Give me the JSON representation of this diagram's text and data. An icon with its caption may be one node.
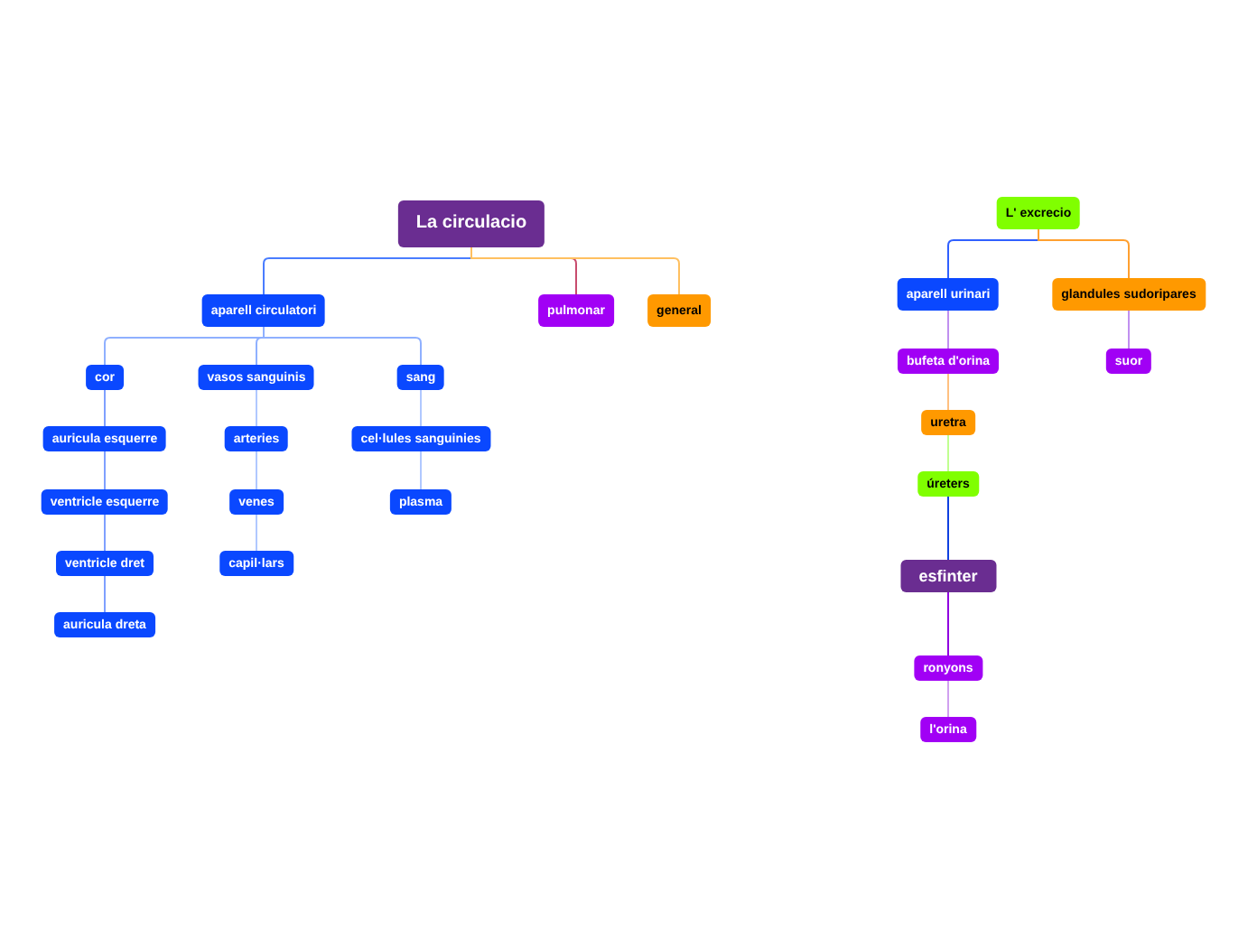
{
  "diagram": {
    "nodes": [
      {
        "text": [
          "La circulacio"
        ]
      },
      {
        "text": [
          "aparell circulatori"
        ]
      },
      {
        "text": [
          "pulmonar"
        ]
      },
      {
        "text": [
          "general"
        ]
      },
      {
        "text": [
          "cor"
        ]
      },
      {
        "text": [
          "vasos sanguinis"
        ]
      },
      {
        "text": [
          "sang"
        ]
      },
      {
        "text": [
          "auricula esquerre"
        ]
      },
      {
        "text": [
          "ventricle esquerre"
        ]
      },
      {
        "text": [
          "ventricle dret"
        ]
      },
      {
        "text": [
          "auricula dreta"
        ]
      },
      {
        "text": [
          "arteries"
        ]
      },
      {
        "text": [
          "venes"
        ]
      },
      {
        "text": [
          "capil·lars"
        ]
      },
      {
        "text": [
          "cel·lules sanguinies"
        ]
      },
      {
        "text": [
          "plasma"
        ]
      },
      {
        "text": [
          "L' excrecio"
        ]
      },
      {
        "text": [
          "aparell urinari"
        ]
      },
      {
        "text": [
          "glandules sudoripares"
        ]
      },
      {
        "text": [
          "bufeta d'orina"
        ]
      },
      {
        "text": [
          "suor"
        ]
      },
      {
        "text": [
          "uretra"
        ]
      },
      {
        "text": [
          "úreters"
        ]
      },
      {
        "text": [
          "esfinter"
        ]
      },
      {
        "text": [
          "ronyons"
        ]
      },
      {
        "text": [
          "l'orina"
        ]
      }
    ],
    "edges": [
      {
        "from": 0,
        "to": 1,
        "arrow": "none",
        "color": "#4a7dff"
      },
      {
        "from": 0,
        "to": 2,
        "arrow": "none",
        "color": "#c84c6e"
      },
      {
        "from": 0,
        "to": 3,
        "arrow": "none",
        "color": "#ffc060"
      },
      {
        "from": 1,
        "to": 4,
        "arrow": "none",
        "color": "#8fb0ff"
      },
      {
        "from": 1,
        "to": 5,
        "arrow": "none",
        "color": "#8fb0ff"
      },
      {
        "from": 1,
        "to": 6,
        "arrow": "none",
        "color": "#8fb0ff"
      },
      {
        "from": 4,
        "to": 7,
        "arrow": "none",
        "color": "#7fa0ff"
      },
      {
        "from": 7,
        "to": 8,
        "arrow": "none",
        "color": "#7fa0ff"
      },
      {
        "from": 8,
        "to": 9,
        "arrow": "none",
        "color": "#7fa0ff"
      },
      {
        "from": 9,
        "to": 10,
        "arrow": "none",
        "color": "#7fa0ff"
      },
      {
        "from": 5,
        "to": 11,
        "arrow": "none",
        "color": "#b0c8ff"
      },
      {
        "from": 11,
        "to": 12,
        "arrow": "none",
        "color": "#b0c8ff"
      },
      {
        "from": 12,
        "to": 13,
        "arrow": "none",
        "color": "#b0c8ff"
      },
      {
        "from": 6,
        "to": 14,
        "arrow": "none",
        "color": "#b0c8ff"
      },
      {
        "from": 14,
        "to": 15,
        "arrow": "none",
        "color": "#b0c8ff"
      },
      {
        "from": 16,
        "to": 17,
        "arrow": "none",
        "color": "#3060ff"
      },
      {
        "from": 16,
        "to": 18,
        "arrow": "none",
        "color": "#ffa030"
      },
      {
        "from": 17,
        "to": 19,
        "arrow": "none",
        "color": "#c090f0"
      },
      {
        "from": 18,
        "to": 20,
        "arrow": "none",
        "color": "#c090f0"
      },
      {
        "from": 19,
        "to": 21,
        "arrow": "none",
        "color": "#ffc080"
      },
      {
        "from": 21,
        "to": 22,
        "arrow": "none",
        "color": "#c0ff90"
      },
      {
        "from": 22,
        "to": 23,
        "arrow": "none",
        "color": "#1040e0"
      },
      {
        "from": 23,
        "to": 24,
        "arrow": "none",
        "color": "#9000e0"
      },
      {
        "from": 24,
        "to": 25,
        "arrow": "none",
        "color": "#d0a0f0"
      }
    ]
  }
}
